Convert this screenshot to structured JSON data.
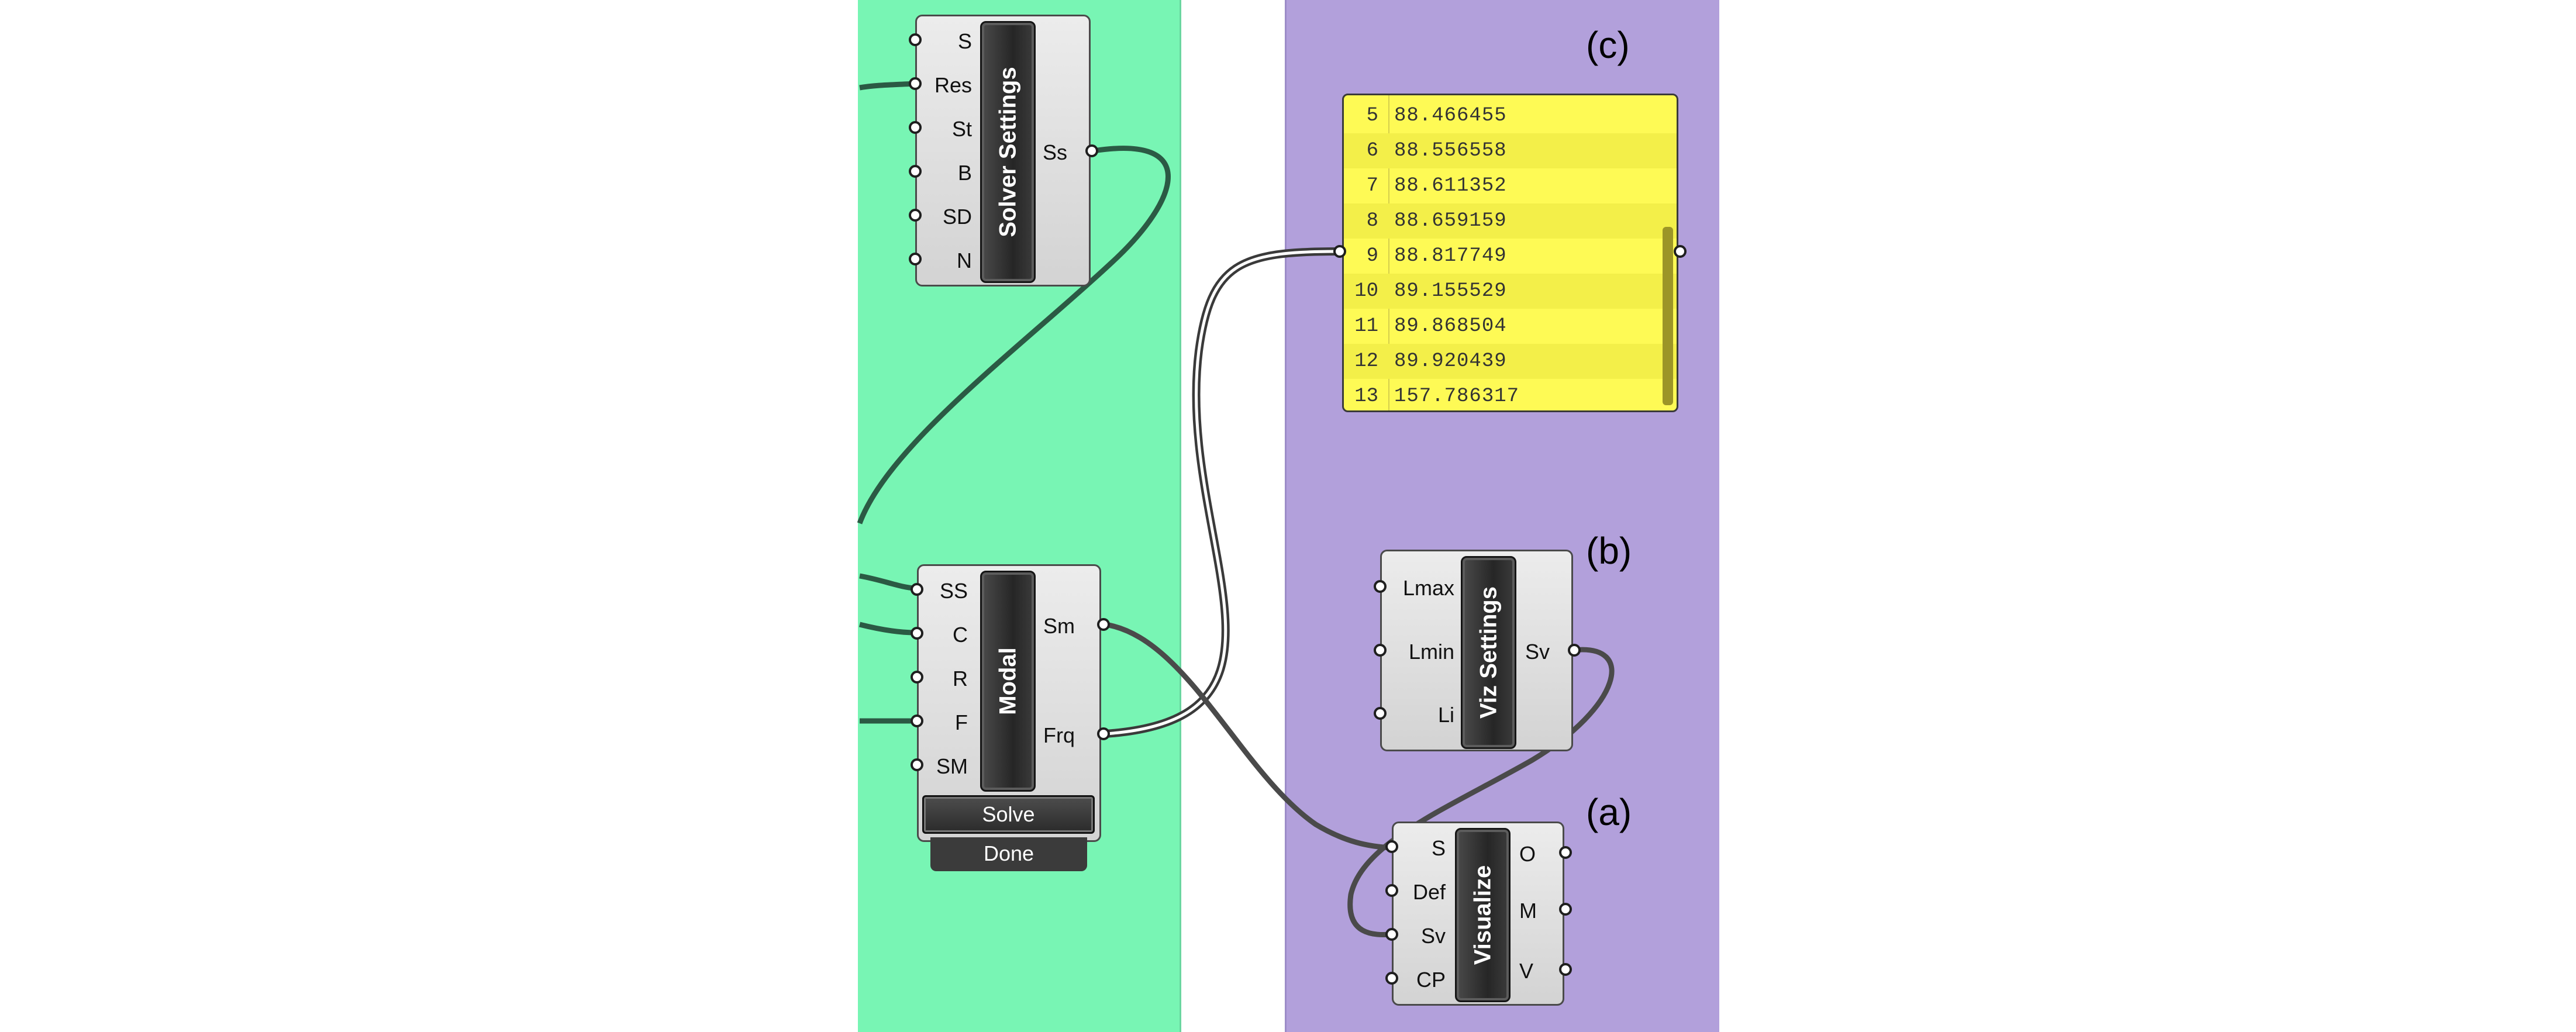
{
  "groups": {
    "green": {
      "color": "#78f5b4"
    },
    "purple": {
      "color": "#b2a0db"
    }
  },
  "solver_settings": {
    "title": "Solver Settings",
    "inputs": [
      "S",
      "Res",
      "St",
      "B",
      "SD",
      "N"
    ],
    "outputs": [
      "Ss"
    ]
  },
  "modal": {
    "title": "Modal",
    "inputs": [
      "SS",
      "C",
      "R",
      "F",
      "SM"
    ],
    "outputs": [
      "Sm",
      "Frq"
    ],
    "solve_label": "Solve",
    "status_label": "Done"
  },
  "panel": {
    "color": "#fefa55",
    "rows": [
      {
        "index": "5",
        "value": "88.466455"
      },
      {
        "index": "6",
        "value": "88.556558"
      },
      {
        "index": "7",
        "value": "88.611352"
      },
      {
        "index": "8",
        "value": "88.659159"
      },
      {
        "index": "9",
        "value": "88.817749"
      },
      {
        "index": "10",
        "value": "89.155529"
      },
      {
        "index": "11",
        "value": "89.868504"
      },
      {
        "index": "12",
        "value": "89.920439"
      },
      {
        "index": "13",
        "value": "157.786317"
      }
    ]
  },
  "viz_settings": {
    "title": "Viz Settings",
    "inputs": [
      "Lmax",
      "Lmin",
      "Li"
    ],
    "outputs": [
      "Sv"
    ]
  },
  "visualize": {
    "title": "Visualize",
    "inputs": [
      "S",
      "Def",
      "Sv",
      "CP"
    ],
    "outputs": [
      "O",
      "M",
      "V"
    ]
  },
  "labels": {
    "a": "(a)",
    "b": "(b)",
    "c": "(c)"
  }
}
